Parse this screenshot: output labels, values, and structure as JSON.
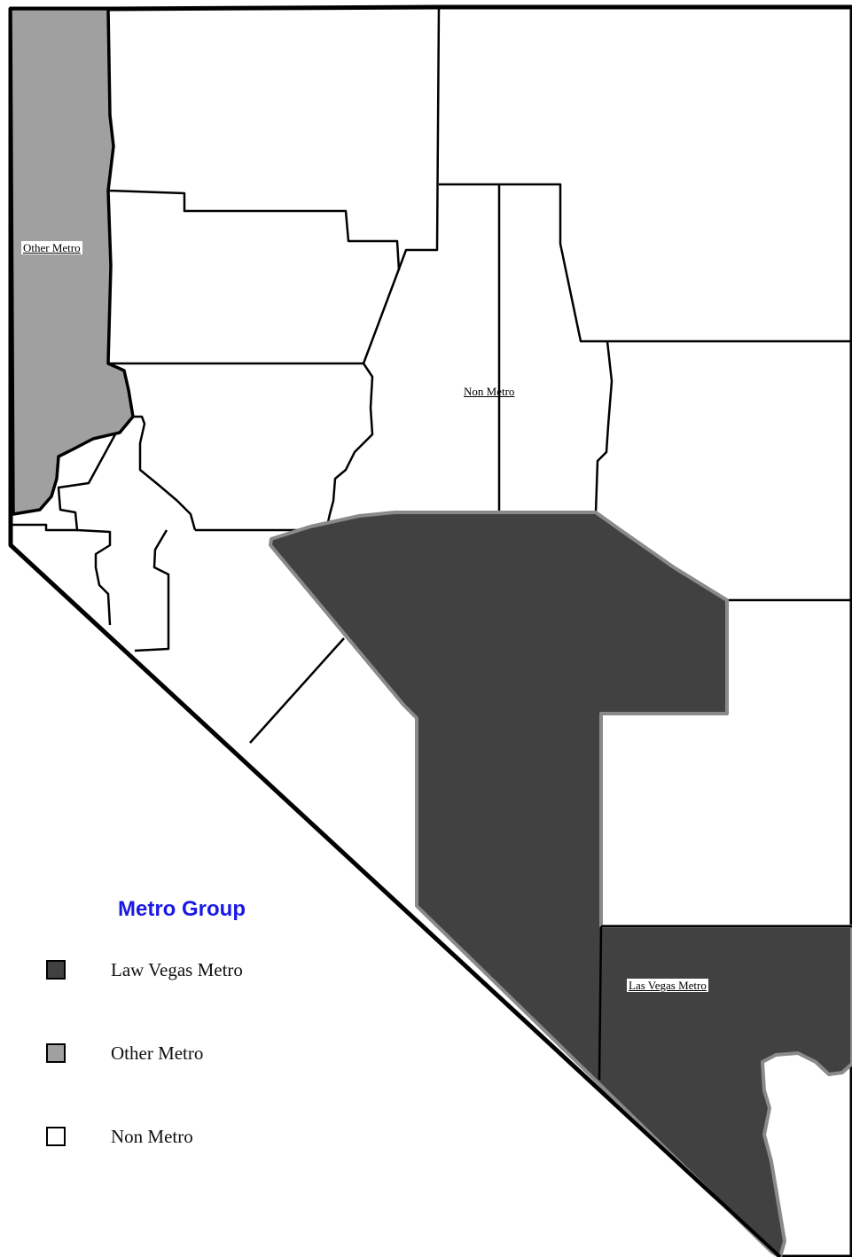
{
  "legend": {
    "title": "Metro Group",
    "items": [
      {
        "label": "Law Vegas Metro",
        "color": "#414141"
      },
      {
        "label": "Other Metro",
        "color": "#a0a0a0"
      },
      {
        "label": "Non Metro",
        "color": "#ffffff"
      }
    ]
  },
  "regions": {
    "other_metro": {
      "label": "Other Metro",
      "color": "#a0a0a0"
    },
    "non_metro": {
      "label": "Non Metro",
      "color": "#ffffff"
    },
    "las_vegas_metro": {
      "label": "Las Vegas Metro",
      "color": "#414141"
    }
  },
  "colors": {
    "border": "#000000",
    "metro_outline": "#8a8a8a",
    "legend_title": "#1a1ae6"
  }
}
